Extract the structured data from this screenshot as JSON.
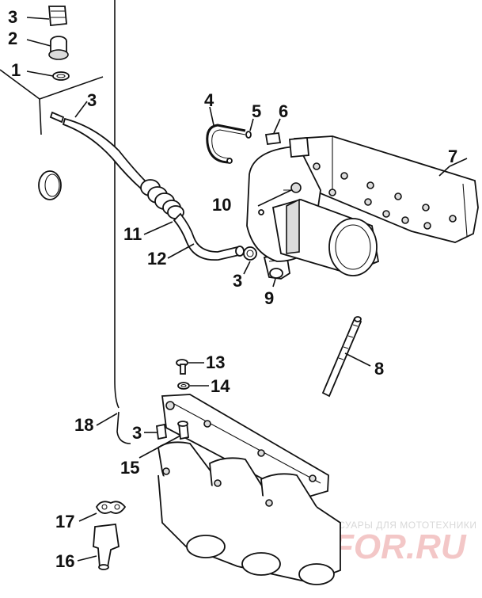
{
  "callouts": {
    "c3a": "3",
    "c2": "2",
    "c1": "1",
    "c3b": "3",
    "c4": "4",
    "c5": "5",
    "c6": "6",
    "c7": "7",
    "c10": "10",
    "c11": "11",
    "c12": "12",
    "c3c": "3",
    "c9": "9",
    "c8": "8",
    "c13": "13",
    "c14": "14",
    "c18": "18",
    "c3d": "3",
    "c15": "15",
    "c17": "17",
    "c16": "16"
  },
  "watermark": {
    "tagline": "ЗАПЧАСТИ И АКСЕССУАРЫ ДЛЯ МОТОТЕХНИКИ",
    "brand": "FOR.RU"
  },
  "colors": {
    "ink": "#111111",
    "background": "#ffffff",
    "watermark_text": "#d8d8d8",
    "watermark_brand": "#f3c7c7"
  }
}
